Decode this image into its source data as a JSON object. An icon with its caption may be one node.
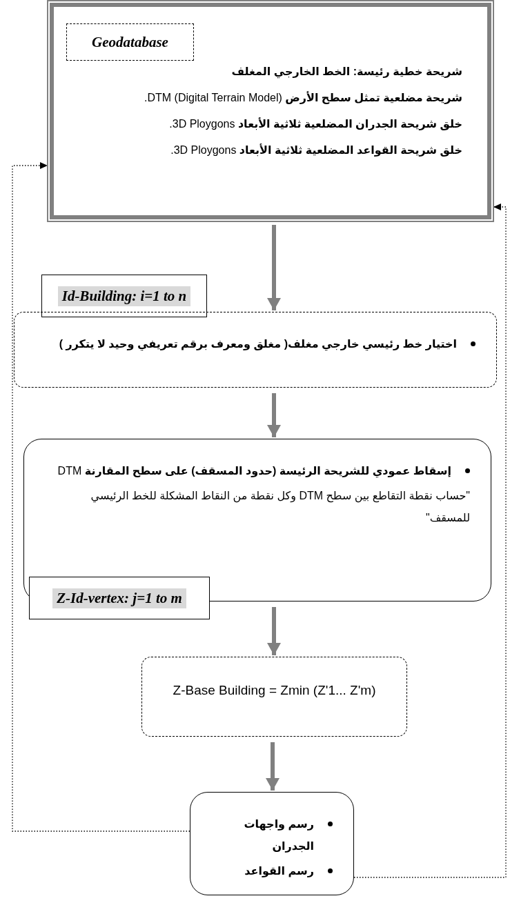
{
  "diagram": {
    "nodes": [
      {
        "text": [
          "شريحة خطية رئيسة: الخط الخارجي المغلف",
          "**شريحة مضلعية تمثل سطح الأرض** DTM (Digital Terrain Model).",
          "**خلق شريحة الجدران المضلعية ثلاثية الأبعاد** 3D Ploygons.",
          "**خلق شريحة القواعد المضلعية ثلاثية الأبعاد** 3D Ploygons."
        ]
      },
      {
        "text": [
          "Geodatabase"
        ],
        "in": 0
      },
      {
        "text": [
          "Id-Building: i=1 to n"
        ]
      },
      {
        "text": [
          "اختيار خط رئيسي خارجي مغلف( مغلق ومعرف برقم تعريفي وحيد لا يتكرر )"
        ]
      },
      {
        "text": [
          "**إسقاط عمودي للشريحة الرئيسة (حدود المسقف) على سطح المقارنة** DTM",
          "\"حساب نقطة التقاطع بين سطح DTM وكل نقطة من النقاط المشكلة للخط الرئيسي للمسقف\""
        ]
      },
      {
        "text": [
          "Z-Id-vertex: j=1 to m"
        ]
      },
      {
        "text": [
          "Z-Base Building = Zmin (Z'1... Z'm)"
        ]
      },
      {
        "text": [
          "رسم واجهات الجدران",
          "رسم القواعد"
        ]
      }
    ],
    "edges": [
      {
        "from": 0,
        "to": 3,
        "arrow": "to"
      },
      {
        "from": 3,
        "to": 4,
        "arrow": "to"
      },
      {
        "from": 4,
        "to": 6,
        "arrow": "to"
      },
      {
        "from": 6,
        "to": 7,
        "arrow": "to"
      },
      {
        "from": 7,
        "to": 0,
        "arrow": "to",
        "style": "dashed",
        "color": "#000000"
      },
      {
        "from": 7,
        "to": 0,
        "arrow": "to",
        "style": "dashed",
        "color": "#000000"
      }
    ]
  }
}
